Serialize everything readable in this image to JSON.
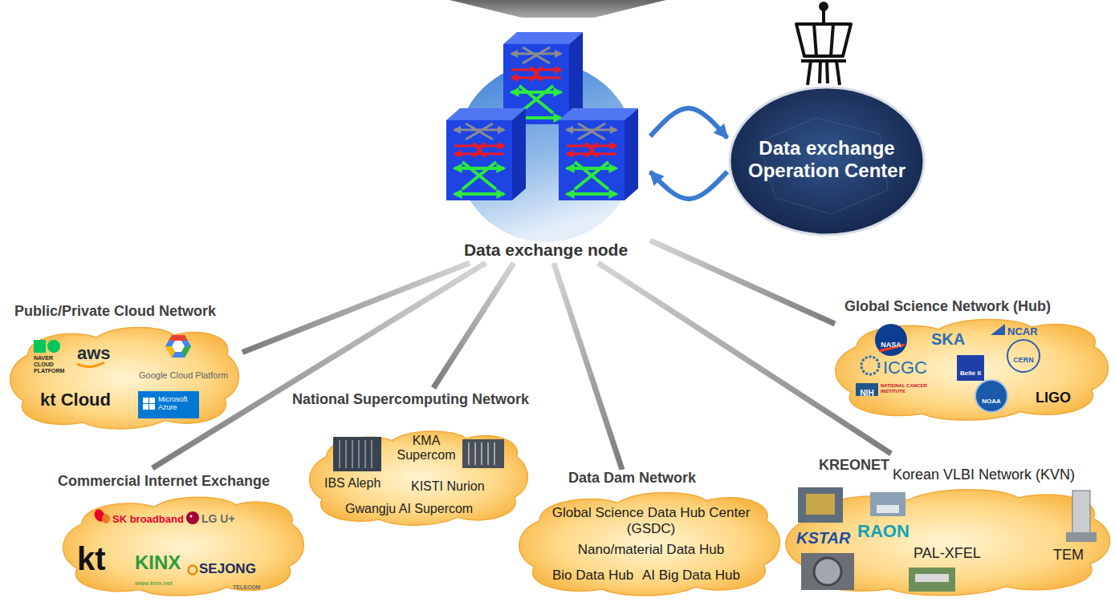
{
  "diagram": {
    "nodes": [
      {
        "text": [
          "Data exchange node"
        ]
      },
      {
        "text": [
          "Data exchange Operation Center"
        ]
      },
      {
        "text": [
          "Public/Private Cloud Network",
          "NAVER CLOUD PLATFORM",
          "aws",
          "Google Cloud Platform",
          "kt Cloud",
          "Microsoft Azure"
        ]
      },
      {
        "text": [
          "Commercial Internet Exchange",
          "SK broadband",
          "LG U+",
          "kt",
          "KINX",
          "www.kinx.net",
          "SEJONG",
          "TELECOM"
        ]
      },
      {
        "text": [
          "National Supercomputing Network",
          "KMA Supercom",
          "IBS Aleph",
          "KISTI Nurion",
          "Gwangju AI Supercom"
        ]
      },
      {
        "text": [
          "Data Dam Network",
          "Global Science Data Hub Center (GSDC)",
          "Nano/material Data Hub",
          "Bio Data Hub",
          "AI Big Data Hub"
        ]
      },
      {
        "text": [
          "Global Science Network (Hub)",
          "NASA",
          "SKA",
          "NCAR",
          "ICGC",
          "Belle II",
          "CERN",
          "NIH",
          "NATIONAL CANCER INSTITUTE",
          "NOAA",
          "LIGO"
        ]
      },
      {
        "text": [
          "KREONET",
          "Korean VLBI Network (KVN)",
          "KSTAR",
          "RAON",
          "PAL-XFEL",
          "TEM"
        ]
      }
    ],
    "edges": [
      {
        "from": 0,
        "to": 1,
        "arrow": "to"
      },
      {
        "from": 1,
        "to": 0,
        "arrow": "to"
      },
      {
        "from": 0,
        "to": 2,
        "arrow": "none"
      },
      {
        "from": 0,
        "to": 3,
        "arrow": "none"
      },
      {
        "from": 0,
        "to": 4,
        "arrow": "none"
      },
      {
        "from": 0,
        "to": 5,
        "arrow": "none"
      },
      {
        "from": 0,
        "to": 6,
        "arrow": "none"
      },
      {
        "from": 0,
        "to": 7,
        "arrow": "none"
      }
    ]
  }
}
